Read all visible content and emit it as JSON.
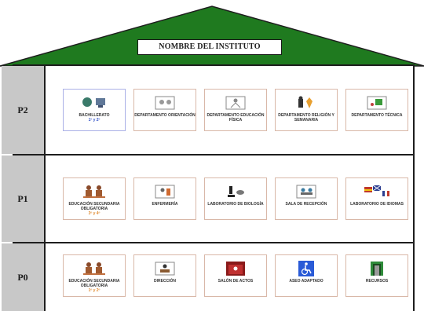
{
  "title": "NOMBRE DEL INSTITUTO",
  "floors": [
    {
      "label": "P2",
      "rooms": [
        {
          "label": "BACHILLERATO",
          "sub": "1º y 2º",
          "icon": "globe-computer-icon"
        },
        {
          "label": "DEPARTAMENTO ORIENTACIÓN",
          "sub": "",
          "icon": "orientation-icon"
        },
        {
          "label": "DEPARTAMENTO EDUCACIÓN FÍSICA",
          "sub": "",
          "icon": "sports-icon"
        },
        {
          "label": "DEPARTAMENTO RELIGIÓN Y SEMANARIA",
          "sub": "",
          "icon": "religion-icon"
        },
        {
          "label": "DEPARTAMENTO TÉCNICA",
          "sub": "",
          "icon": "technology-icon"
        }
      ]
    },
    {
      "label": "P1",
      "rooms": [
        {
          "label": "EDUCACIÓN SECUNDARIA OBLIGATORIA",
          "sub": "3º y 4º",
          "icon": "students-icon"
        },
        {
          "label": "ENFERMERÍA",
          "sub": "",
          "icon": "nurse-icon"
        },
        {
          "label": "LABORATORIO DE BIOLOGÍA",
          "sub": "",
          "icon": "microscope-icon"
        },
        {
          "label": "SALA DE RECEPCIÓN",
          "sub": "",
          "icon": "meeting-icon"
        },
        {
          "label": "LABORATORIO DE IDIOMAS",
          "sub": "",
          "icon": "flags-icon"
        }
      ]
    },
    {
      "label": "P0",
      "rooms": [
        {
          "label": "EDUCACIÓN SECUNDARIA OBLIGATORIA",
          "sub": "1º y 2º",
          "icon": "students-icon"
        },
        {
          "label": "DIRECCIÓN",
          "sub": "",
          "icon": "director-icon"
        },
        {
          "label": "SALÓN DE ACTOS",
          "sub": "",
          "icon": "theater-icon"
        },
        {
          "label": "ASEO ADAPTADO",
          "sub": "",
          "icon": "wheelchair-icon"
        },
        {
          "label": "RECURSOS",
          "sub": "",
          "icon": "door-icon"
        }
      ]
    }
  ],
  "colors": {
    "roof": "#1f7a1f",
    "wall": "#1e1e1e",
    "label_bg": "#c8c8c8",
    "room_border": "#d9b8a8"
  }
}
